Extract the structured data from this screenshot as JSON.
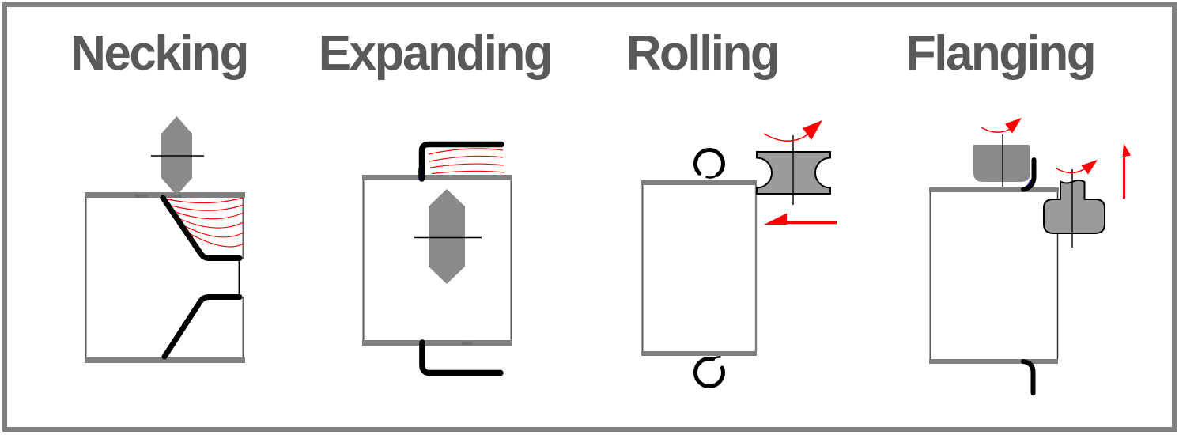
{
  "figure": {
    "description": "Four tube end-forming processes shown as cross-section diagrams",
    "panel_count": 4
  },
  "panels": [
    {
      "id": "necking",
      "label": "Necking"
    },
    {
      "id": "expanding",
      "label": "Expanding"
    },
    {
      "id": "rolling",
      "label": "Rolling"
    },
    {
      "id": "flanging",
      "label": "Flanging"
    }
  ],
  "colors": {
    "canvas_bg": "#ffffff",
    "frame_gray": "#808080",
    "title_text": "#595959",
    "tube_edge_gray": "#808080",
    "tube_side_gray": "#5a5a5a",
    "tool_gray": "#8a8a8a",
    "roller_gray": "#9b9b9b",
    "forming_black": "#000000",
    "flow_red": "#ff0000",
    "accent_blue": "#2a2acc"
  },
  "icons": {
    "rotation-cw-arc-icon": "curved red arc with arrowhead (tool spin)",
    "rotation-ring-icon": "open black circle (workpiece rotation)",
    "feed-left-arrow-icon": "red half-arrow pointing left (roller feed)",
    "feed-up-arrow-icon": "red arrow pointing up (tool feed)",
    "flow-lines-icon": "thin red curves (material flow stages)",
    "centerline-icon": "thin black axis line through tool"
  }
}
